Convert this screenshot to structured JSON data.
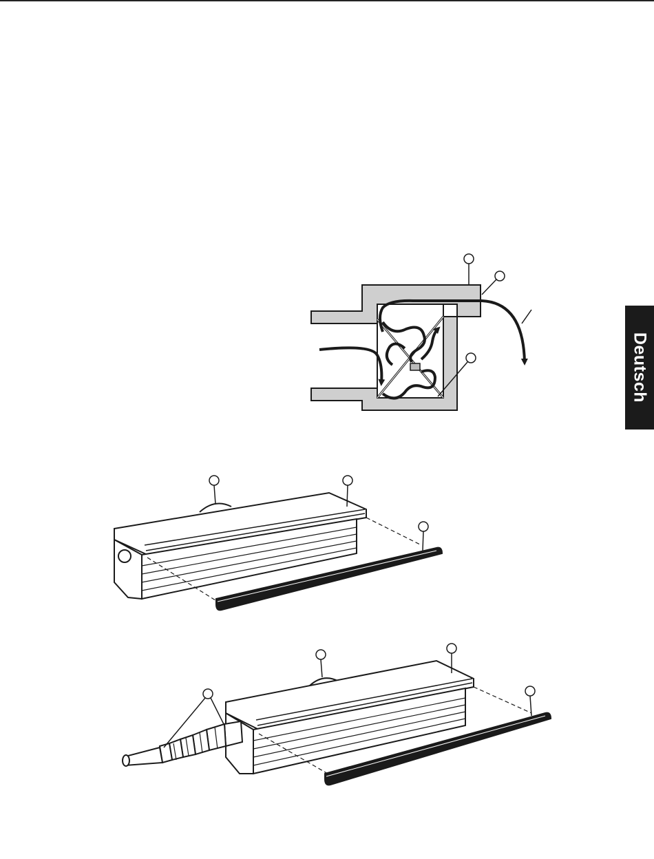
{
  "tab": {
    "label": "Deutsch"
  },
  "colors": {
    "ink": "#1a1a1a",
    "housing_fill": "#cfcfcf",
    "tab_bg": "#1b1b1b"
  },
  "figures": [
    {
      "name": "cross-section-diagram",
      "callouts": 3
    },
    {
      "name": "lamp-housing-with-seal",
      "callouts": 3
    },
    {
      "name": "lamp-housing-with-cable",
      "callouts": 4
    }
  ]
}
